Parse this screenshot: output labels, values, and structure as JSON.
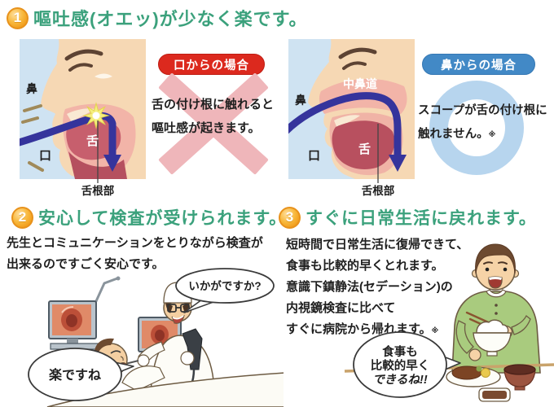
{
  "colors": {
    "heading_green": "#3ba17c",
    "number_orange": "#f2a01f",
    "badge_red": "#dc291e",
    "badge_blue": "#4289c6",
    "cross_pink": "#efb6ba",
    "circle_blue": "#b7d5ee",
    "arrow_blue": "#35349c",
    "panel_bg": "#cfe3f2",
    "skin": "#f6d8b4",
    "tongue_red": "#c75f6d",
    "sweater_green": "#a9cb7e",
    "text_black": "#1f1f1f"
  },
  "section1": {
    "number": "1",
    "title": "嘔吐感(オエッ)が少なく楽です。",
    "mouth_panel": {
      "badge": "口からの場合",
      "description_line1": "舌の付け根に触れると",
      "description_line2": "嘔吐感が起きます。",
      "labels": {
        "nose": "鼻",
        "tongue": "舌",
        "mouth": "口",
        "tongue_root": "舌根部"
      }
    },
    "nose_panel": {
      "badge": "鼻からの場合",
      "description_line1": "スコープが舌の付け根に",
      "description_line2": "触れません。",
      "note_mark": "※",
      "labels": {
        "nose": "鼻",
        "middle_meatus": "中鼻道",
        "tongue": "舌",
        "mouth": "口",
        "tongue_root": "舌根部"
      }
    }
  },
  "section2": {
    "number": "2",
    "title": "安心して検査が受けられます。",
    "lines": [
      "先生とコミュニケーションをとりながら検査が",
      "出来るのですごく安心です。"
    ],
    "doctor_bubble": "いかがですか?",
    "patient_bubble": "楽ですね"
  },
  "section3": {
    "number": "3",
    "title": "すぐに日常生活に戻れます。",
    "lines": [
      "短時間で日常生活に復帰できて、",
      "食事も比較的早くとれます。",
      "意識下鎮静法(セデーション)の",
      "内視鏡検査に比べて",
      "すぐに病院から帰れます。"
    ],
    "note_mark": "※",
    "bubble_lines": [
      "食事も",
      "比較的早く",
      "できるね!!"
    ]
  }
}
